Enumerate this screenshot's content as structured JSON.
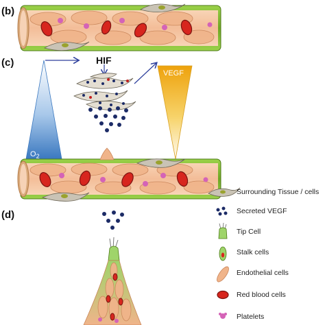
{
  "panels": {
    "b": "(b)",
    "c": "(c)",
    "d": "(d)"
  },
  "labels": {
    "hif": "HIF",
    "o2": "O",
    "o2_sub": "2",
    "vegf": "VEGF"
  },
  "legend": [
    {
      "label": "Surrounding Tissue / cells",
      "icon": "tissue-cell-icon"
    },
    {
      "label": "Secreted VEGF",
      "icon": "vegf-dots-icon"
    },
    {
      "label": "Tip Cell",
      "icon": "tip-cell-icon"
    },
    {
      "label": "Stalk cells",
      "icon": "stalk-cell-icon"
    },
    {
      "label": "Endothelial cells",
      "icon": "endothelial-cell-icon"
    },
    {
      "label": "Red blood cells",
      "icon": "red-blood-cell-icon"
    },
    {
      "label": "Platelets",
      "icon": "platelet-icon"
    }
  ],
  "colors": {
    "vessel_wall": "#7cb428",
    "vessel_lumen": "#f6c9a8",
    "endothelial": "#f0b48a",
    "rbc": "#d7261e",
    "platelet": "#d463b7",
    "vegf": "#1c2b66",
    "oxygen": "#4a86c8",
    "vegf_gradient": "#f0a818",
    "arrow": "#2d3f9c"
  }
}
